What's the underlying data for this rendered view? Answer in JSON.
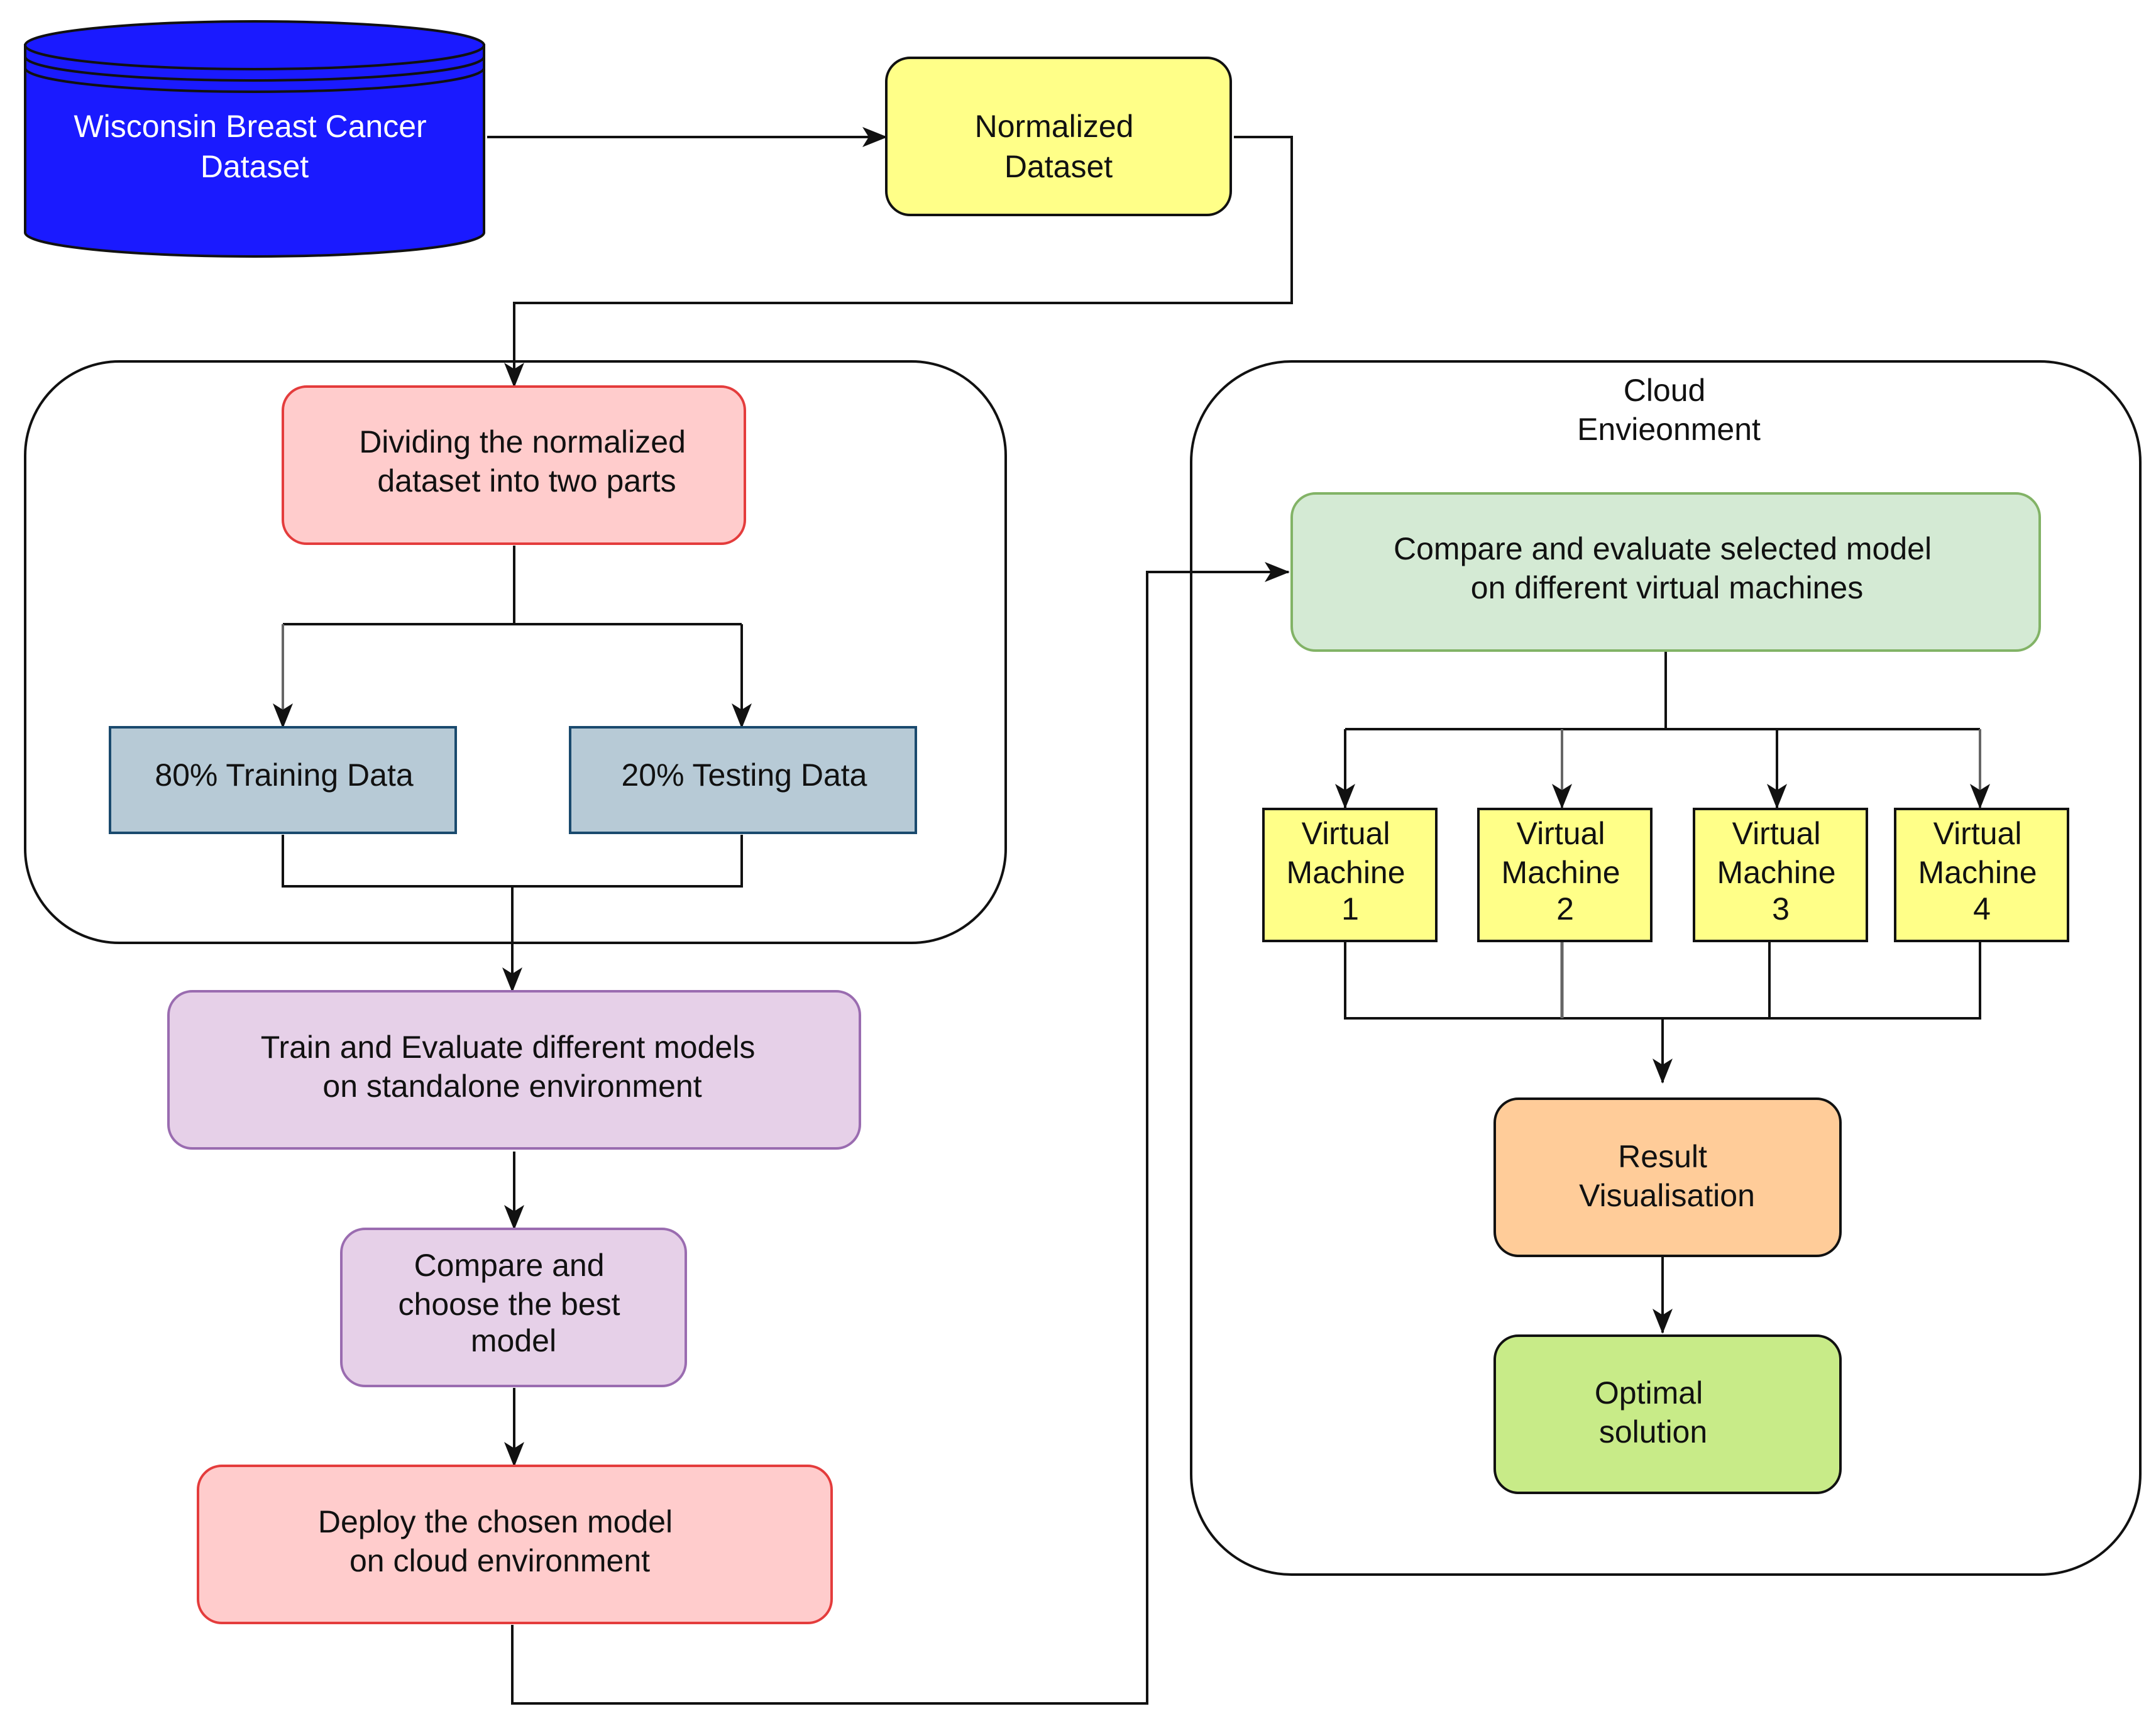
{
  "colors": {
    "dataset_fill": "#1a1aff",
    "normalized_fill": "#ffff88",
    "red_fill": "#ffcccc",
    "red_stroke": "#e43c3c",
    "split_fill": "#b7cad6",
    "split_stroke": "#1a4a6e",
    "purple_fill": "#e6d0e8",
    "purple_stroke": "#9a6cb0",
    "green_fill": "#d4ead4",
    "green_stroke": "#82b366",
    "vm_fill": "#ffff88",
    "orange_fill": "#ffcc99",
    "optimal_fill": "#c8eb88"
  },
  "nodes": {
    "dataset": [
      "Wisconsin Breast Cancer",
      "Dataset"
    ],
    "normalized": [
      "Normalized",
      "Dataset"
    ],
    "dividing": [
      "Dividing the normalized",
      "dataset into two parts"
    ],
    "training": [
      "80% Training Data"
    ],
    "testing": [
      "20% Testing Data"
    ],
    "train_eval": [
      "Train and Evaluate different models",
      "on standalone environment"
    ],
    "compare_choose": [
      "Compare and",
      "choose the best",
      "model"
    ],
    "deploy": [
      "Deploy the chosen model",
      "on cloud environment"
    ],
    "cloud_title": [
      "Cloud",
      "Envieonment"
    ],
    "compare_vms": [
      "Compare and evaluate selected model",
      "on different virtual machines"
    ],
    "vm1": [
      "Virtual",
      "Machine",
      "1"
    ],
    "vm2": [
      "Virtual",
      "Machine",
      "2"
    ],
    "vm3": [
      "Virtual",
      "Machine",
      "3"
    ],
    "vm4": [
      "Virtual",
      "Machine",
      "4"
    ],
    "result": [
      "Result",
      "Visualisation"
    ],
    "optimal": [
      "Optimal",
      "solution"
    ]
  }
}
